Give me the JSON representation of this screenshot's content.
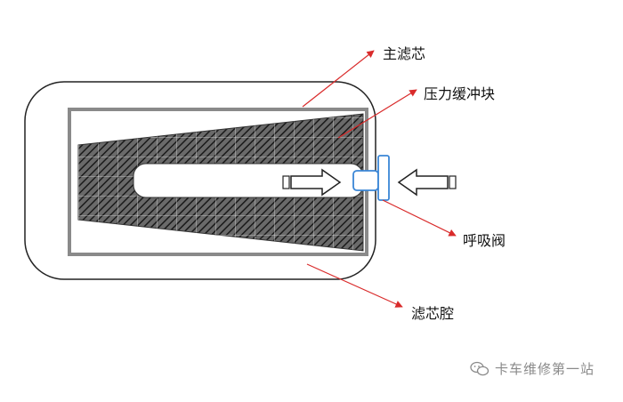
{
  "labels": {
    "main_filter": "主滤芯",
    "pressure_buffer": "压力缓冲块",
    "breather_valve": "呼吸阀",
    "filter_cavity": "滤芯腔"
  },
  "watermark": {
    "text": "卡车维修第一站",
    "icon": "wechat-icon"
  },
  "colors": {
    "arrow_red": "#d92b2b",
    "outline": "#222222",
    "inner_frame": "#8a8a8a",
    "valve_blue": "#3a86d6",
    "watermark": "#8a8a8a"
  }
}
